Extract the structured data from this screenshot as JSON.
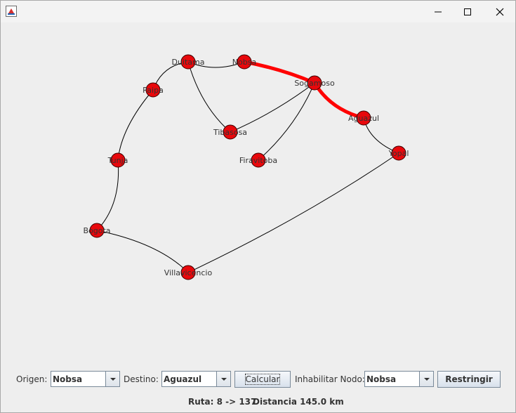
{
  "window": {
    "minimize_icon": "minimize-icon",
    "maximize_icon": "maximize-icon",
    "close_icon": "close-icon"
  },
  "graph": {
    "node_color": "#e8080c",
    "edge_color": "#000000",
    "route_color": "#ff0000",
    "nodes": [
      {
        "name": "Duitama"
      },
      {
        "name": "Nobsa"
      },
      {
        "name": "Paipa"
      },
      {
        "name": "Sogamoso"
      },
      {
        "name": "Aguazul"
      },
      {
        "name": "Tibasosa"
      },
      {
        "name": "Yopal"
      },
      {
        "name": "Tunja"
      },
      {
        "name": "Firavitoba"
      },
      {
        "name": "Bogota"
      },
      {
        "name": "Villavicencio"
      }
    ],
    "route": [
      "Nobsa",
      "Sogamoso",
      "Aguazul"
    ]
  },
  "controls": {
    "origen_label": "Origen:",
    "origen_value": "Nobsa",
    "destino_label": "Destino:",
    "destino_value": "Aguazul",
    "calcular_label": "Calcular",
    "inhabilitar_label": "Inhabilitar Nodo:",
    "inhabilitar_value": "Nobsa",
    "restringir_label": "Restringir"
  },
  "status": {
    "ruta": "Ruta: 8 -> 137",
    "distancia": "Distancia 145.0 km"
  }
}
